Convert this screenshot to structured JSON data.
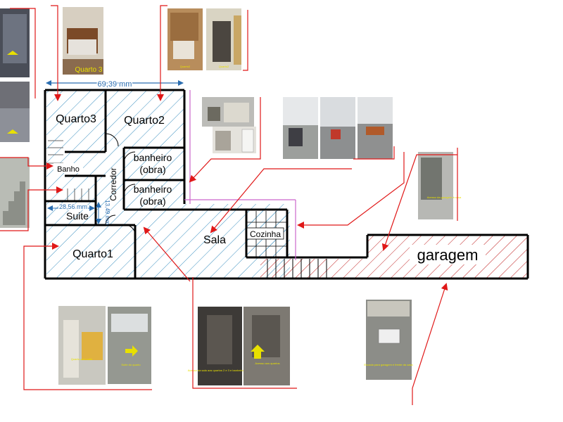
{
  "dimensions": {
    "top_width": "69,39 mm",
    "suite_width": "28,56 mm",
    "suite_height": "13,49 mm"
  },
  "rooms": {
    "quarto3": "Quarto3",
    "quarto2": "Quarto2",
    "banho": "Banho",
    "corredor": "Corredor",
    "banheiro_obra_1_line1": "banheiro",
    "banheiro_obra_1_line2": "(obra)",
    "banheiro_obra_2_line1": "banheiro",
    "banheiro_obra_2_line2": "(obra)",
    "suite": "Suite",
    "quarto1": "Quarto1",
    "sala": "Sala",
    "cozinha": "Cozinha",
    "garagem": "garagem"
  },
  "photo_captions": {
    "quarto3": "Quarto 3",
    "quarto2_a": "Quarto2",
    "quarto2_b": "Quarto2",
    "garagem_acesso": "Acesso da garagem à casa",
    "quarto_suite": "Quarto com suite",
    "suite_quarto": "Suite do quarto",
    "acesso_sala_1": "Acesso da sala aos quartos 2 e 3 e banheiro social",
    "acesso_sala_2": "Acesso aos quartos",
    "escada_garagem": "Escada para garagem e frente da casa"
  },
  "colors": {
    "wall": "#000000",
    "hatch": "#3a8fc0",
    "arrow": "#e01818",
    "dimension": "#2a6db0",
    "partition": "#cc66cc",
    "caption": "#e8e000"
  }
}
